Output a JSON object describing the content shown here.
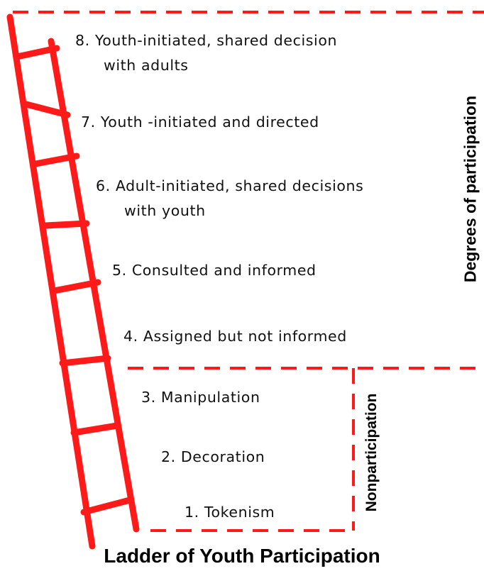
{
  "title": "Ladder of Youth Participation",
  "steps": [
    {
      "line1": "8. Youth-initiated, shared decision",
      "line2": "with adults"
    },
    {
      "line1": "7. Youth -initiated and directed",
      "line2": ""
    },
    {
      "line1": "6. Adult-initiated, shared decisions",
      "line2": "with youth"
    },
    {
      "line1": "5. Consulted and informed",
      "line2": ""
    },
    {
      "line1": "4. Assigned but not informed",
      "line2": ""
    },
    {
      "line1": "3. Manipulation",
      "line2": ""
    },
    {
      "line1": "2. Decoration",
      "line2": ""
    },
    {
      "line1": "1. Tokenism",
      "line2": ""
    }
  ],
  "side_labels": {
    "degrees": "Degrees of participation",
    "nonparticipation": "Nonparticipation"
  },
  "colors": {
    "ladder": "#ff1a1a",
    "dashed_border": "#ff1a1a",
    "text": "#111111"
  }
}
